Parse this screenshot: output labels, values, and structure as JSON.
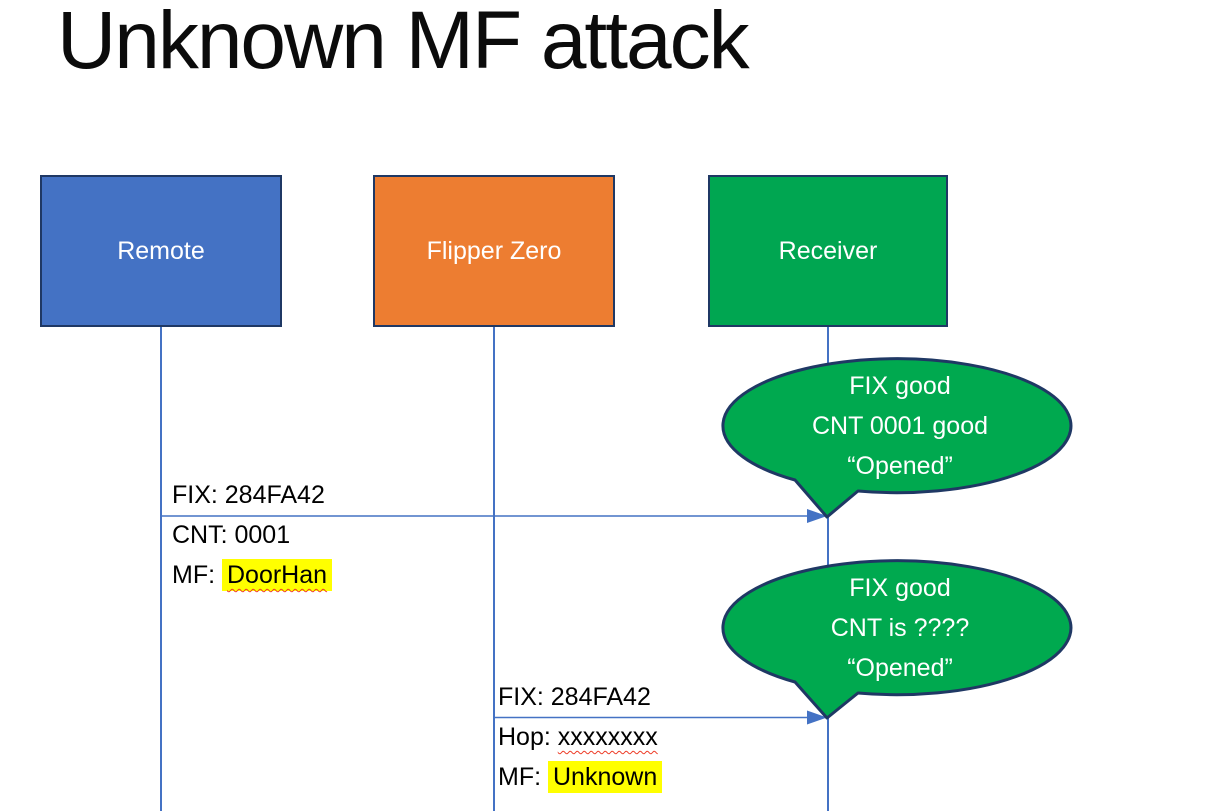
{
  "title": "Unknown MF attack",
  "actors": [
    {
      "label": "Remote",
      "fill": "#4472C4"
    },
    {
      "label": "Flipper Zero",
      "fill": "#ED7D31"
    },
    {
      "label": "Receiver",
      "fill": "#00A651"
    }
  ],
  "messages": [
    {
      "from": "Remote",
      "to": "Receiver",
      "line1": "FIX: 284FA42",
      "line2": "CNT: 0001",
      "line3_prefix": "MF: ",
      "line3_value": "DoorHan"
    },
    {
      "from": "Flipper Zero",
      "to": "Receiver",
      "line1": "FIX: 284FA42",
      "line2_prefix": "Hop: ",
      "line2_value": "xxxxxxxx",
      "line3_prefix": "MF: ",
      "line3_value": "Unknown"
    }
  ],
  "callouts": [
    {
      "line1": "FIX good",
      "line2": "CNT 0001 good",
      "line3": "“Opened”"
    },
    {
      "line1": "FIX good",
      "line2": "CNT is ????",
      "line3": "“Opened”"
    }
  ],
  "colors": {
    "actor_blue": "#4472C4",
    "actor_orange": "#ED7D31",
    "actor_green": "#00A651",
    "callout_green": "#00A94F",
    "outline_navy": "#1F3864",
    "connector_blue": "#4472C4",
    "highlight_yellow": "#FFFF00",
    "squiggle_red": "#ED3A25"
  }
}
